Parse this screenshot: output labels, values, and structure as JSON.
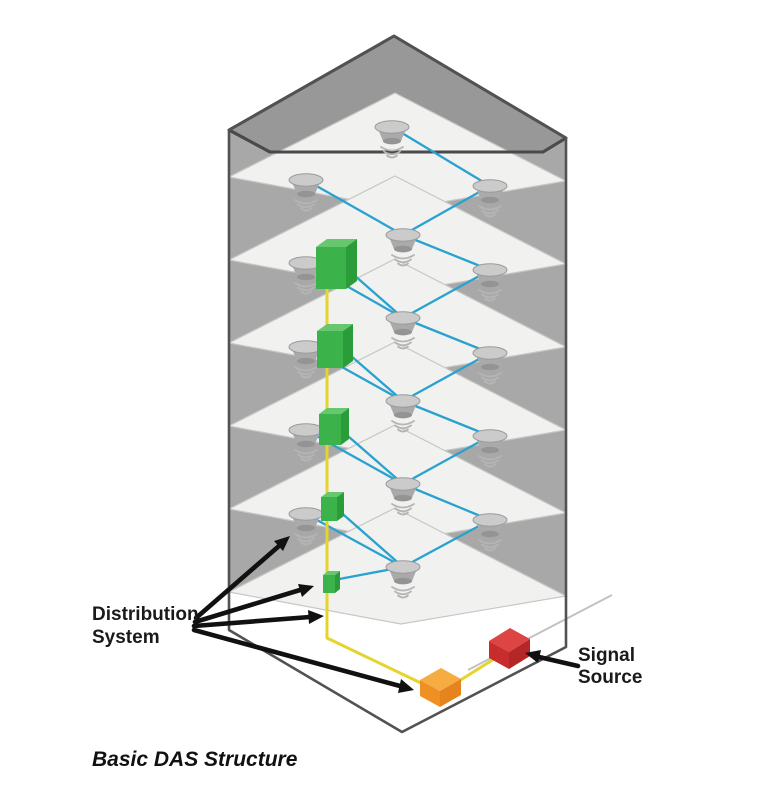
{
  "title": "Basic DAS Structure",
  "labels": {
    "distribution_line1": "Distribution",
    "distribution_line2": "System",
    "signal_line1": "Signal",
    "signal_line2": "Source"
  },
  "diagram": {
    "type": "isometric building DAS schematic",
    "floors": 6,
    "ceiling_antennas": 16,
    "remote_units": 5,
    "master_unit": 1,
    "signal_sources": 1,
    "description": "Six-floor building; each floor has ceiling antennas linked by blue coax runs to green remote units; a yellow riser cable descends to an orange master unit connected to a red signal source at ground level."
  },
  "colors": {
    "cable_blue": "#29a2cf",
    "riser_yellow": "#e5d42a",
    "remote_green_front": "#3cb24a",
    "remote_green_top": "#66c76f",
    "remote_green_side": "#2a9c3a",
    "master_orange_top": "#f6ac40",
    "master_orange_front": "#ef9025",
    "master_orange_side": "#e5831c",
    "source_red_top": "#dd4545",
    "source_red_front": "#c92c2c",
    "source_red_side": "#b52626",
    "wall_gray": "#a8a8a8",
    "roof_gray": "#989898",
    "floor_gray": "#f1f1f0",
    "outline_gray": "#525252",
    "arrow_black": "#111111"
  }
}
